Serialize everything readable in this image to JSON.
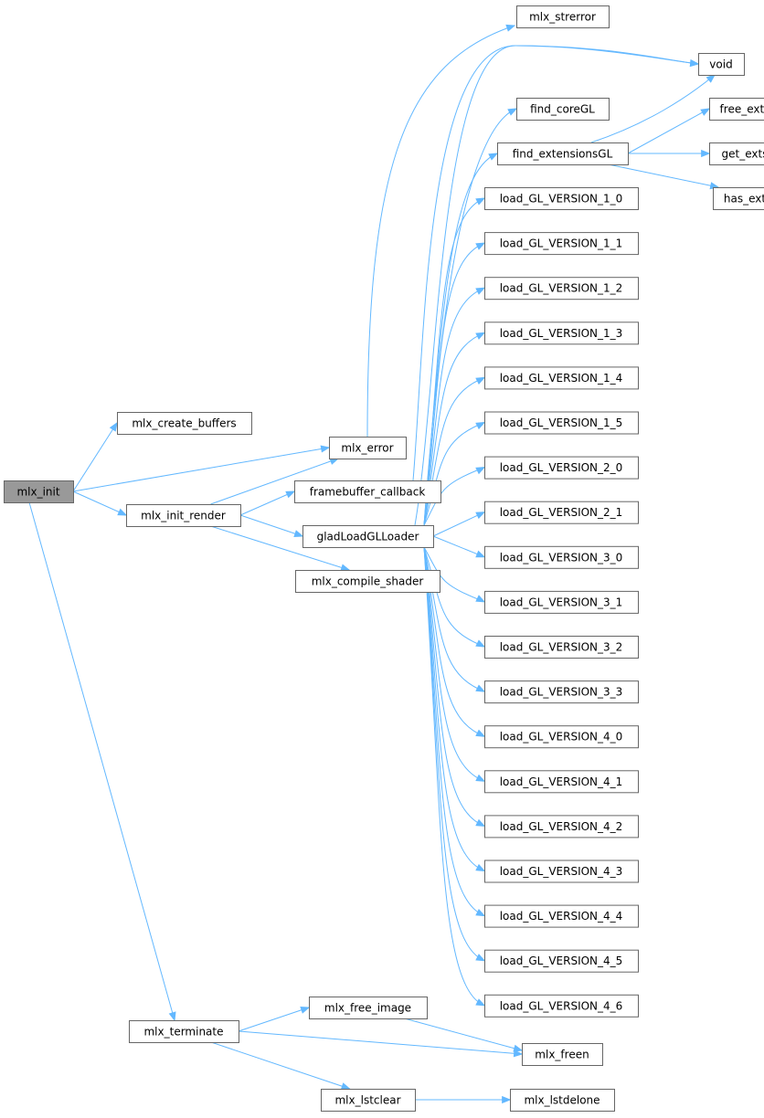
{
  "colors": {
    "edge": "#63b8ff",
    "node_border": "#666666",
    "root_fill": "#999999",
    "node_fill": "#ffffff"
  },
  "nodes": {
    "mlx_init": "mlx_init",
    "mlx_create_buffers": "mlx_create_buffers",
    "mlx_error": "mlx_error",
    "mlx_init_render": "mlx_init_render",
    "framebuffer_callback": "framebuffer_callback",
    "gladLoadGLLoader": "gladLoadGLLoader",
    "mlx_compile_shader": "mlx_compile_shader",
    "mlx_strerror": "mlx_strerror",
    "void": "void",
    "find_coreGL": "find_coreGL",
    "find_extensionsGL": "find_extensionsGL",
    "free_exts": "free_exts",
    "get_exts": "get_exts",
    "has_ext": "has_ext",
    "load_GL_VERSION_1_0": "load_GL_VERSION_1_0",
    "load_GL_VERSION_1_1": "load_GL_VERSION_1_1",
    "load_GL_VERSION_1_2": "load_GL_VERSION_1_2",
    "load_GL_VERSION_1_3": "load_GL_VERSION_1_3",
    "load_GL_VERSION_1_4": "load_GL_VERSION_1_4",
    "load_GL_VERSION_1_5": "load_GL_VERSION_1_5",
    "load_GL_VERSION_2_0": "load_GL_VERSION_2_0",
    "load_GL_VERSION_2_1": "load_GL_VERSION_2_1",
    "load_GL_VERSION_3_0": "load_GL_VERSION_3_0",
    "load_GL_VERSION_3_1": "load_GL_VERSION_3_1",
    "load_GL_VERSION_3_2": "load_GL_VERSION_3_2",
    "load_GL_VERSION_3_3": "load_GL_VERSION_3_3",
    "load_GL_VERSION_4_0": "load_GL_VERSION_4_0",
    "load_GL_VERSION_4_1": "load_GL_VERSION_4_1",
    "load_GL_VERSION_4_2": "load_GL_VERSION_4_2",
    "load_GL_VERSION_4_3": "load_GL_VERSION_4_3",
    "load_GL_VERSION_4_4": "load_GL_VERSION_4_4",
    "load_GL_VERSION_4_5": "load_GL_VERSION_4_5",
    "load_GL_VERSION_4_6": "load_GL_VERSION_4_6",
    "mlx_terminate": "mlx_terminate",
    "mlx_free_image": "mlx_free_image",
    "mlx_freen": "mlx_freen",
    "mlx_lstclear": "mlx_lstclear",
    "mlx_lstdelone": "mlx_lstdelone"
  },
  "edges": [
    [
      "mlx_init",
      "mlx_create_buffers"
    ],
    [
      "mlx_init",
      "mlx_error"
    ],
    [
      "mlx_init",
      "mlx_init_render"
    ],
    [
      "mlx_init",
      "mlx_terminate"
    ],
    [
      "mlx_init_render",
      "mlx_error"
    ],
    [
      "mlx_init_render",
      "framebuffer_callback"
    ],
    [
      "mlx_init_render",
      "gladLoadGLLoader"
    ],
    [
      "mlx_init_render",
      "mlx_compile_shader"
    ],
    [
      "mlx_error",
      "mlx_strerror"
    ],
    [
      "framebuffer_callback",
      "void"
    ],
    [
      "gladLoadGLLoader",
      "void"
    ],
    [
      "gladLoadGLLoader",
      "find_coreGL"
    ],
    [
      "gladLoadGLLoader",
      "find_extensionsGL"
    ],
    [
      "gladLoadGLLoader",
      "load_GL_VERSION_1_0"
    ],
    [
      "gladLoadGLLoader",
      "load_GL_VERSION_1_1"
    ],
    [
      "gladLoadGLLoader",
      "load_GL_VERSION_1_2"
    ],
    [
      "gladLoadGLLoader",
      "load_GL_VERSION_1_3"
    ],
    [
      "gladLoadGLLoader",
      "load_GL_VERSION_1_4"
    ],
    [
      "gladLoadGLLoader",
      "load_GL_VERSION_1_5"
    ],
    [
      "gladLoadGLLoader",
      "load_GL_VERSION_2_0"
    ],
    [
      "gladLoadGLLoader",
      "load_GL_VERSION_2_1"
    ],
    [
      "gladLoadGLLoader",
      "load_GL_VERSION_3_0"
    ],
    [
      "gladLoadGLLoader",
      "load_GL_VERSION_3_1"
    ],
    [
      "gladLoadGLLoader",
      "load_GL_VERSION_3_2"
    ],
    [
      "gladLoadGLLoader",
      "load_GL_VERSION_3_3"
    ],
    [
      "gladLoadGLLoader",
      "load_GL_VERSION_4_0"
    ],
    [
      "gladLoadGLLoader",
      "load_GL_VERSION_4_1"
    ],
    [
      "gladLoadGLLoader",
      "load_GL_VERSION_4_2"
    ],
    [
      "gladLoadGLLoader",
      "load_GL_VERSION_4_3"
    ],
    [
      "gladLoadGLLoader",
      "load_GL_VERSION_4_4"
    ],
    [
      "gladLoadGLLoader",
      "load_GL_VERSION_4_5"
    ],
    [
      "gladLoadGLLoader",
      "load_GL_VERSION_4_6"
    ],
    [
      "find_extensionsGL",
      "void"
    ],
    [
      "find_extensionsGL",
      "free_exts"
    ],
    [
      "find_extensionsGL",
      "get_exts"
    ],
    [
      "find_extensionsGL",
      "has_ext"
    ],
    [
      "mlx_terminate",
      "mlx_free_image"
    ],
    [
      "mlx_terminate",
      "mlx_freen"
    ],
    [
      "mlx_terminate",
      "mlx_lstclear"
    ],
    [
      "mlx_free_image",
      "mlx_freen"
    ],
    [
      "mlx_lstclear",
      "mlx_lstdelone"
    ]
  ]
}
